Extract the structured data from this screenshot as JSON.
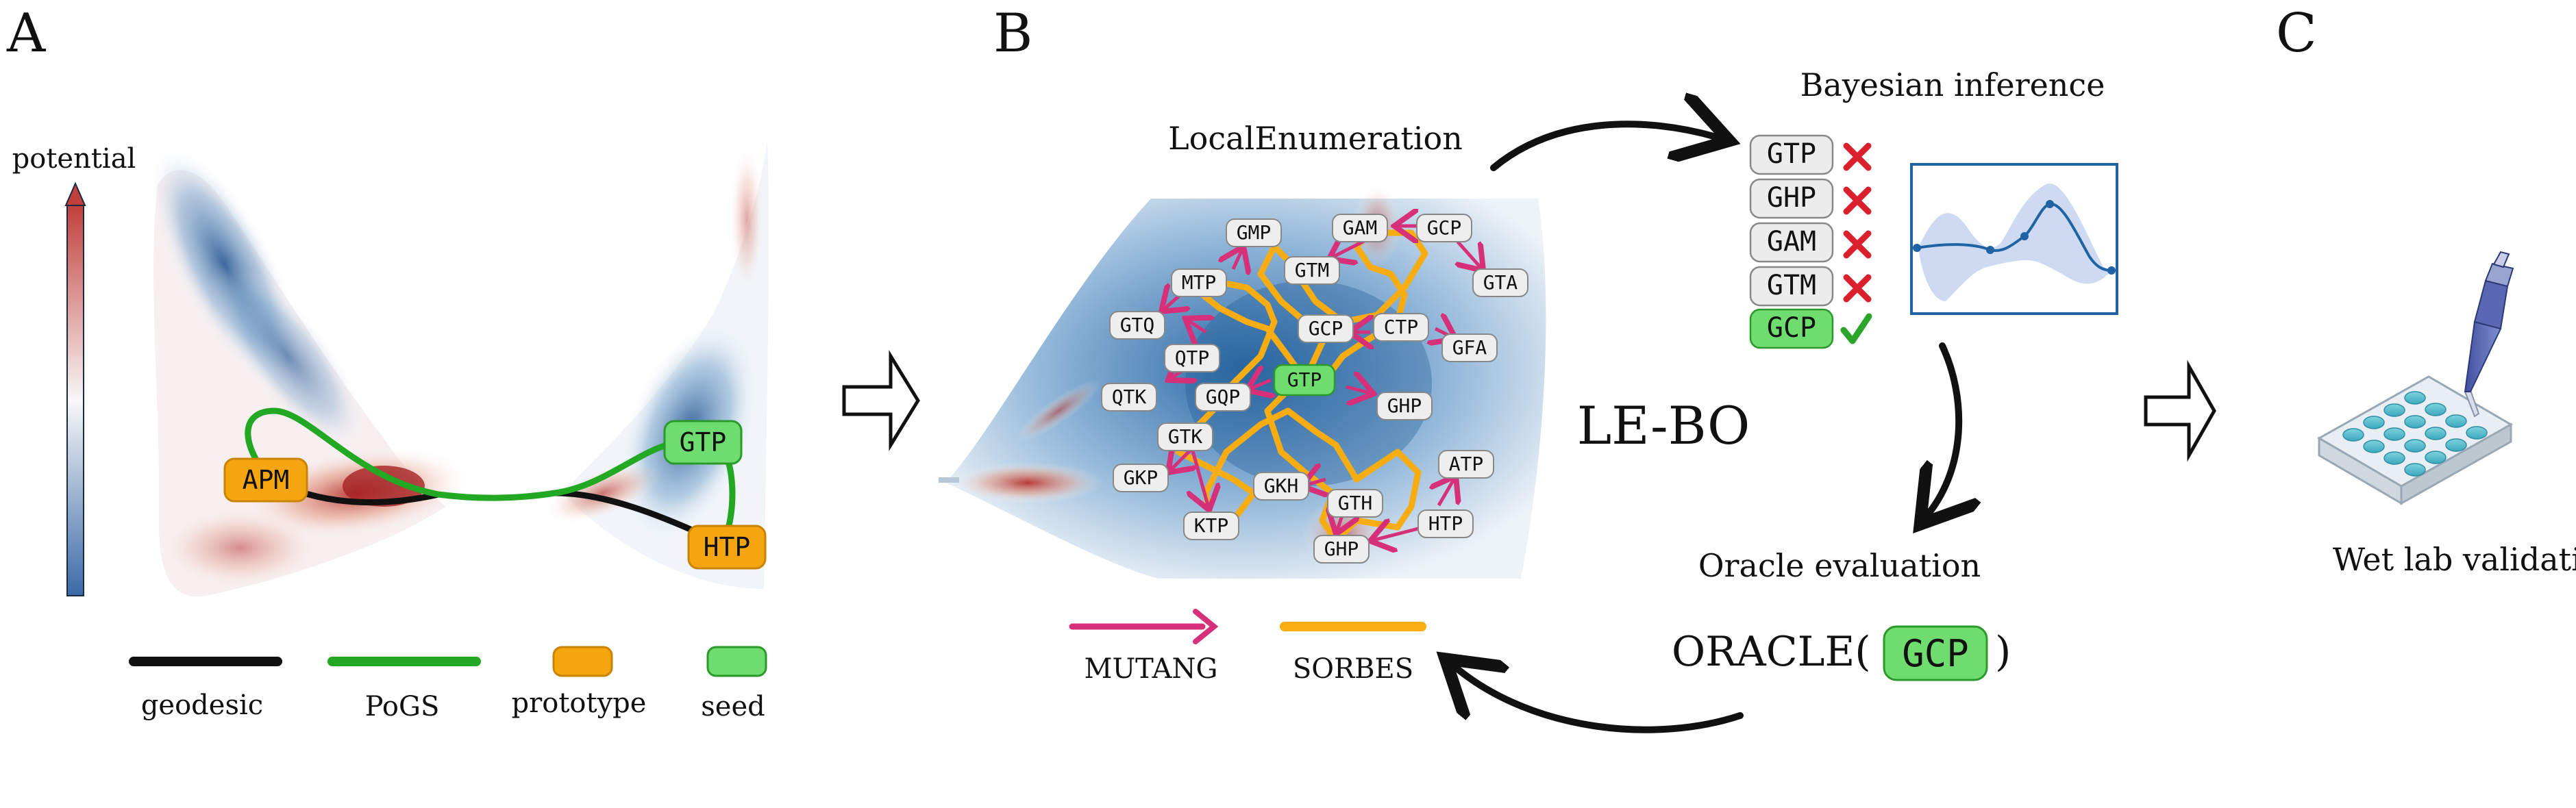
{
  "panels": {
    "a": "A",
    "b": "B",
    "c": "C"
  },
  "panel_a": {
    "colorbar_label": "potential",
    "nodes": {
      "apm": "APM",
      "gtp": "GTP",
      "htp": "HTP"
    },
    "legend": {
      "geodesic": "geodesic",
      "pogs": "PoGS",
      "prototype": "prototype",
      "seed": "seed"
    }
  },
  "panel_b": {
    "local_enum": "LocalEnumeration",
    "center": "LE-BO",
    "nodes": {
      "gmp": "GMP",
      "gam": "GAM",
      "gcp1": "GCP",
      "gtm": "GTM",
      "gta": "GTA",
      "mtp": "MTP",
      "gtq": "GTQ",
      "gcp2": "GCP",
      "ctp": "CTP",
      "gfa": "GFA",
      "qtp": "QTP",
      "qtk": "QTK",
      "gqp": "GQP",
      "gtp": "GTP",
      "ghp1": "GHP",
      "gtk": "GTK",
      "gkp": "GKP",
      "gkh": "GKH",
      "atp": "ATP",
      "gth": "GTH",
      "htp": "HTP",
      "ktp": "KTP",
      "ghp2": "GHP"
    },
    "legend": {
      "mutang": "MUTANG",
      "sorbes": "SORBES"
    },
    "bayes_title": "Bayesian inference",
    "candidates": [
      "GTP",
      "GHP",
      "GAM",
      "GTM",
      "GCP"
    ],
    "oracle_title": "Oracle evaluation",
    "oracle_prefix": "ORACLE(",
    "oracle_arg": "GCP",
    "oracle_suffix": ")"
  },
  "panel_c": {
    "label": "Wet lab validation"
  },
  "colors": {
    "geodesic": "#111111",
    "pogs": "#22a822",
    "prototype_fill": "#f5a60e",
    "seed_fill": "#6fdc6f",
    "mutang": "#d6307a",
    "sorbes": "#f7ad12",
    "reject": "#d9202c",
    "accept": "#2aa52a",
    "gp_line": "#1f63a3",
    "gp_band": "#c6d4f0"
  }
}
